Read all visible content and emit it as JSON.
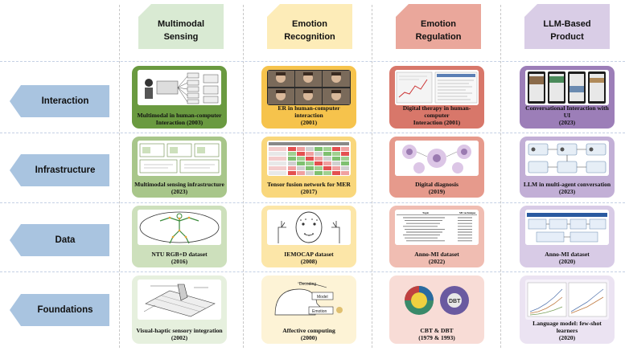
{
  "columns": [
    {
      "id": "sensing",
      "line1": "Multimodal",
      "line2": "Sensing",
      "color": "#d9ead3"
    },
    {
      "id": "recognition",
      "line1": "Emotion",
      "line2": "Recognition",
      "color": "#fdecb8"
    },
    {
      "id": "regulation",
      "line1": "Emotion",
      "line2": "Regulation",
      "color": "#eaa79b"
    },
    {
      "id": "product",
      "line1": "LLM-Based",
      "line2": "Product",
      "color": "#d9cde6"
    }
  ],
  "rows": [
    {
      "id": "interaction",
      "label": "Interaction",
      "color": "#a9c4e0"
    },
    {
      "id": "infrastructure",
      "label": "Infrastructure",
      "color": "#a9c4e0"
    },
    {
      "id": "data",
      "label": "Data",
      "color": "#a9c4e0"
    },
    {
      "id": "foundations",
      "label": "Foundations",
      "color": "#a9c4e0"
    }
  ],
  "cards": {
    "interaction": [
      {
        "line1": "Multimodal in human-computer",
        "line2": "Interaction (2003)",
        "bg": "#6a9a40"
      },
      {
        "line1": "ER in human-computer interaction",
        "line2": "(2001)",
        "bg": "#f6c34c"
      },
      {
        "line1": "Digital therapy in human-computer",
        "line2": "Interaction (2001)",
        "bg": "#d8776a"
      },
      {
        "line1": "Conversational Interaction with UI",
        "line2": "(2023)",
        "bg": "#9c7eb8"
      }
    ],
    "infrastructure": [
      {
        "line1": "Multimodal sensing infrastructure",
        "line2": "(2023)",
        "bg": "#a8c68a"
      },
      {
        "line1": "Tensor fusion network for MER",
        "line2": "(2017)",
        "bg": "#f9d77c"
      },
      {
        "line1": "Digital diagnosis",
        "line2": "(2019)",
        "bg": "#e69a8c"
      },
      {
        "line1": "LLM in multi-agent conversation",
        "line2": "(2023)",
        "bg": "#c2afd6"
      }
    ],
    "data": [
      {
        "line1": "NTU RGB+D dataset",
        "line2": "(2016)",
        "bg": "#cde0bc"
      },
      {
        "line1": "IEMOCAP dataset",
        "line2": "(2008)",
        "bg": "#fce6a8"
      },
      {
        "line1": "Anno-MI dataset",
        "line2": "(2022)",
        "bg": "#f0bdb2"
      },
      {
        "line1": "Anno-MI dataset",
        "line2": "(2020)",
        "bg": "#d8cbe6"
      }
    ],
    "foundations": [
      {
        "line1": "Visual-haptic sensory integration",
        "line2": "(2002)",
        "bg": "#e6f0de"
      },
      {
        "line1": "Affective computing",
        "line2": "(2000)",
        "bg": "#fdf3d6"
      },
      {
        "line1": "CBT & DBT",
        "line2": "(1979 & 1993)",
        "bg": "#f8dcd6"
      },
      {
        "line1": "Language model: few-shot learners",
        "line2": "(2020)",
        "bg": "#ebe3f2"
      }
    ]
  },
  "thumb_text": {
    "ntu_table_head": "Topic",
    "ntu_table_head2": "MI technique",
    "affective_decoding": "Decoding",
    "affective_model": "Model",
    "affective_emotion": "Emotion",
    "dbt": "DBT"
  }
}
